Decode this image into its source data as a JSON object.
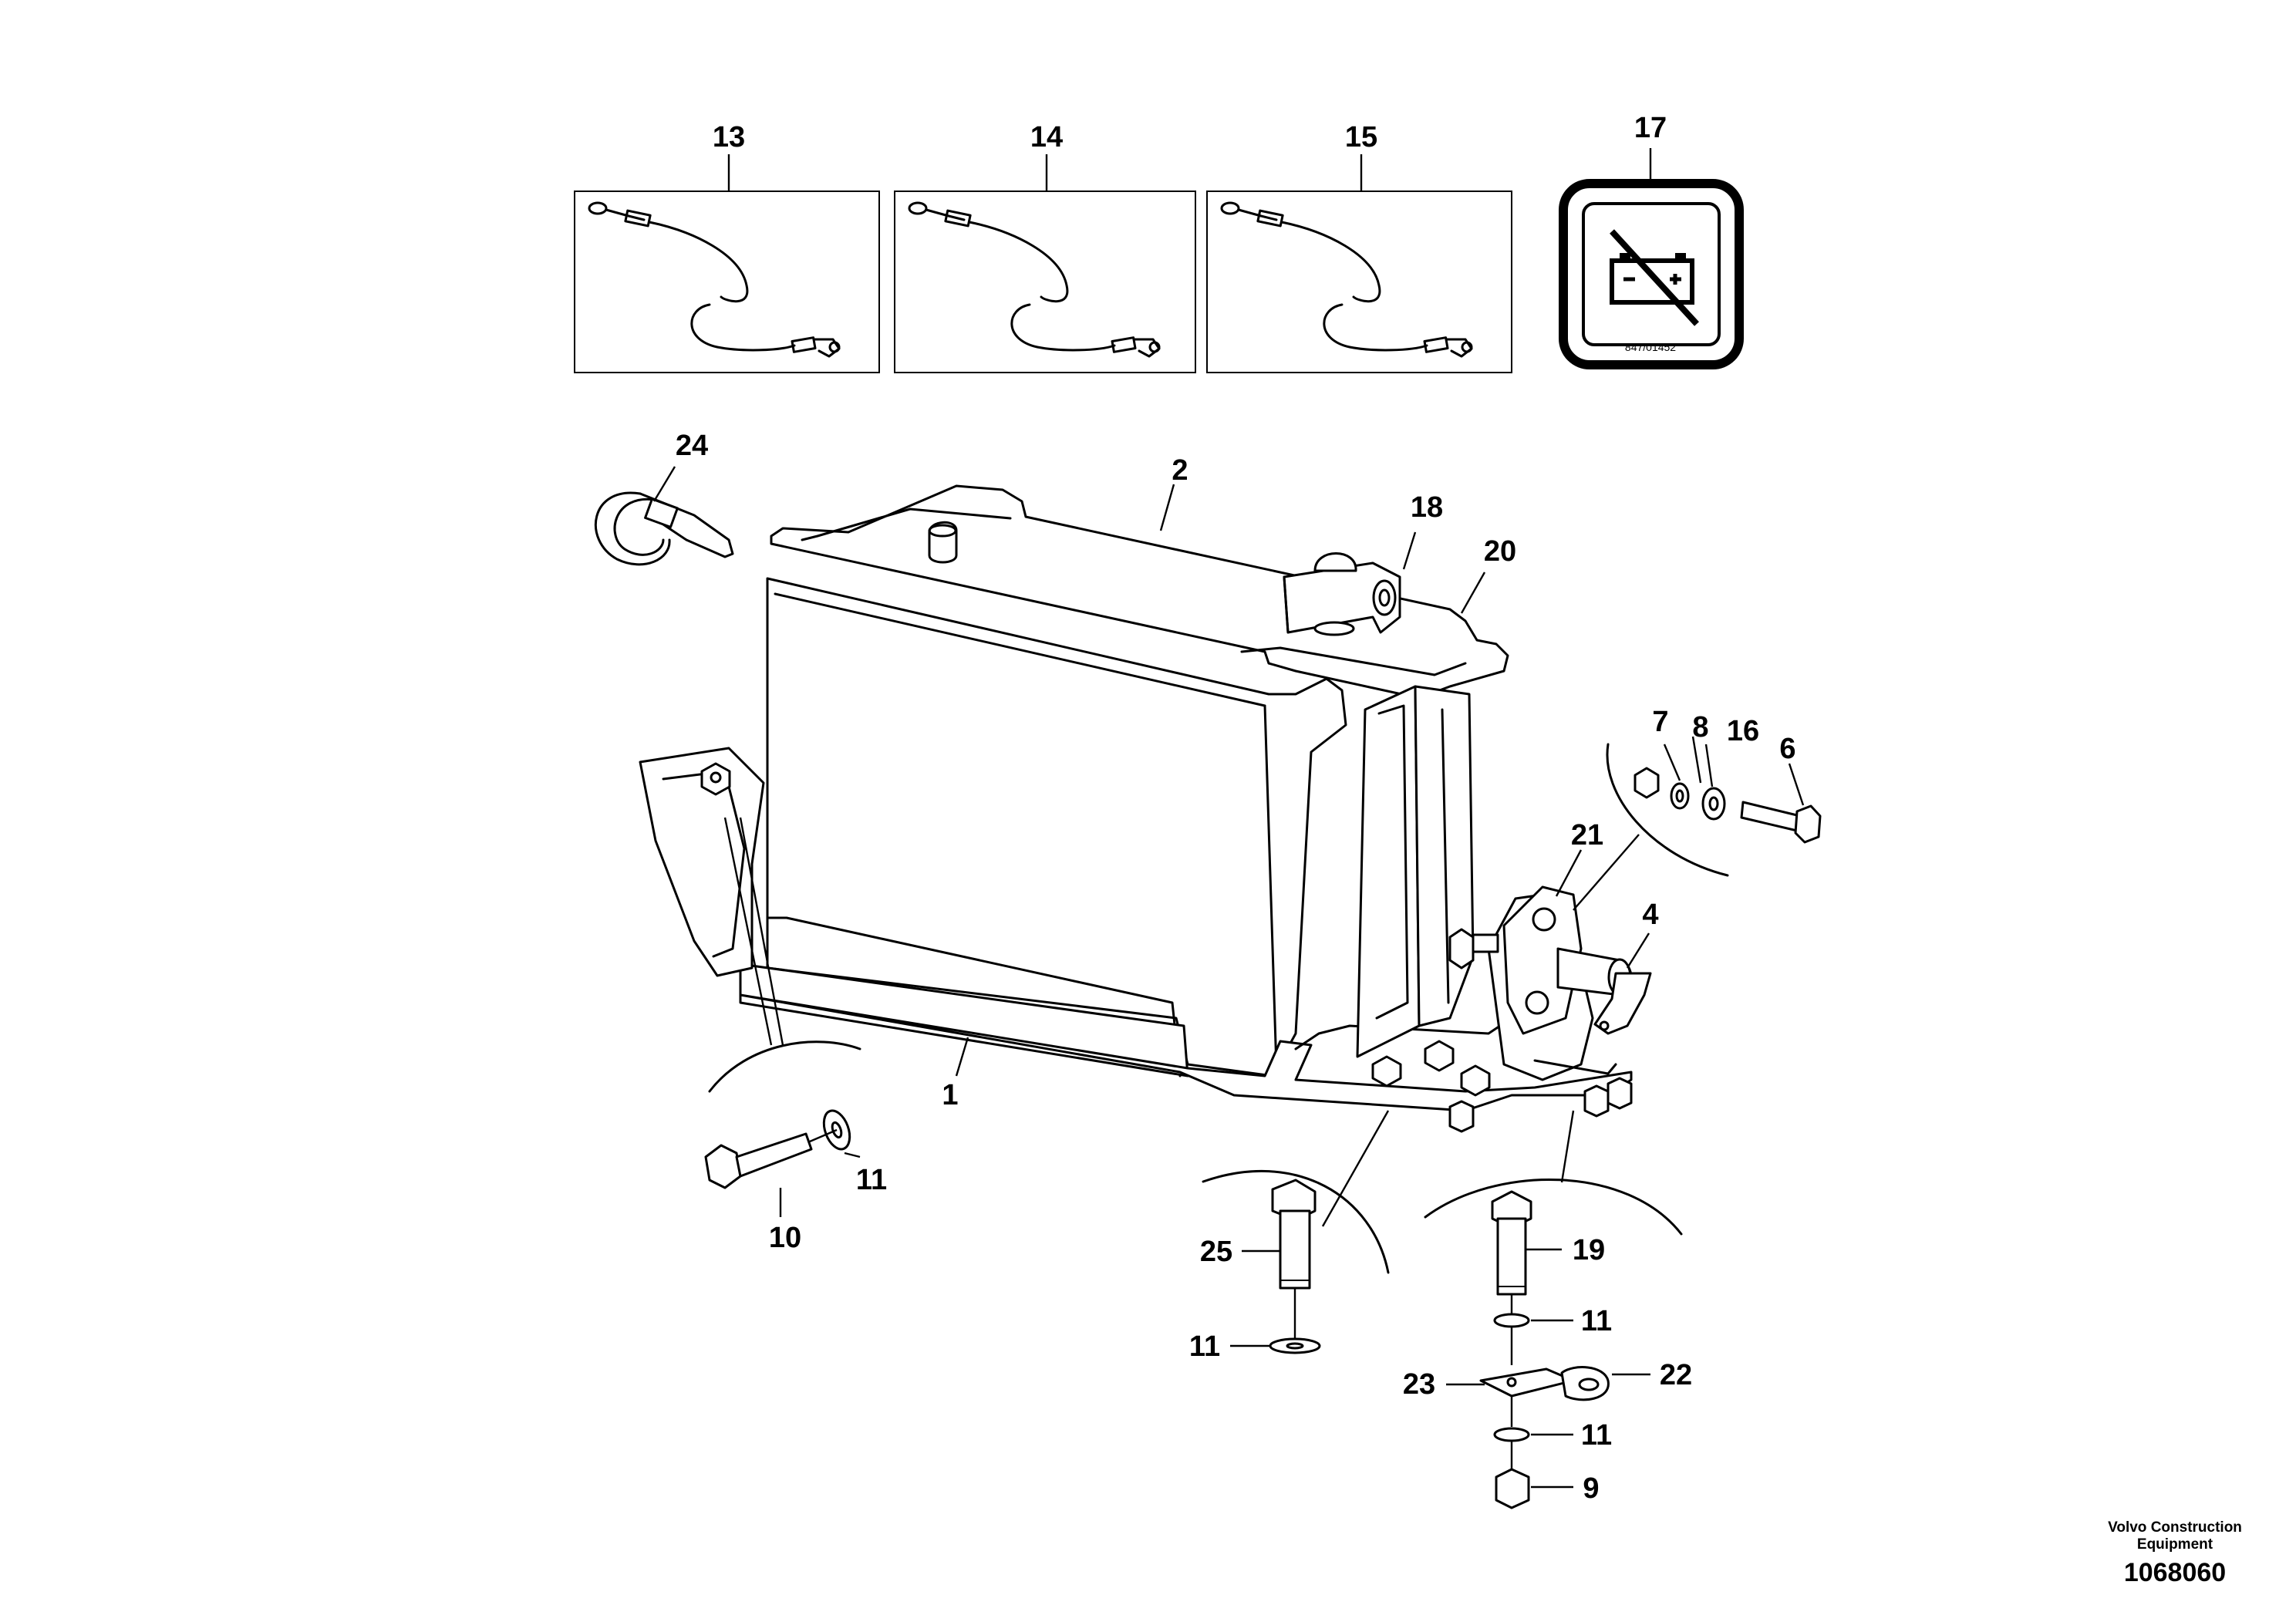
{
  "labels": {
    "n13": "13",
    "n14": "14",
    "n15": "15",
    "n17": "17",
    "n24": "24",
    "n2": "2",
    "n18": "18",
    "n20": "20",
    "n7": "7",
    "n8": "8",
    "n16": "16",
    "n6": "6",
    "n21": "21",
    "n4": "4",
    "n1": "1",
    "n10": "10",
    "n11a": "11",
    "n25": "25",
    "n11b": "11",
    "n19": "19",
    "n11c": "11",
    "n23": "23",
    "n22": "22",
    "n11d": "11",
    "n9": "9"
  },
  "decal_code": "847/01452",
  "credit": {
    "line1": "Volvo Construction",
    "line2": "Equipment",
    "doc_number": "1068060"
  }
}
